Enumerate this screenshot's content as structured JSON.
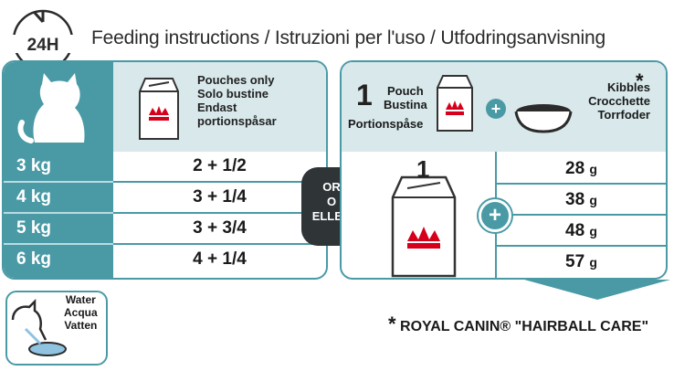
{
  "header": {
    "time_badge": "24H",
    "title": "Feeding instructions / Istruzioni per l'uso / Utfodringsanvisning"
  },
  "left_table": {
    "pouch_label_lines": [
      "Pouches only",
      "Solo bustine",
      "Endast",
      "portionspåsar"
    ],
    "rows": [
      {
        "weight": "3 kg",
        "amount": "2 + 1/2"
      },
      {
        "weight": "4 kg",
        "amount": "3 + 1/4"
      },
      {
        "weight": "5 kg",
        "amount": "3 + 3/4"
      },
      {
        "weight": "6 kg",
        "amount": "4 + 1/4"
      }
    ]
  },
  "or_badge": {
    "lines": [
      "OR",
      "O",
      "ELLER"
    ]
  },
  "right_table": {
    "pouch_count": "1",
    "pouch_label_lines": [
      "Pouch",
      "Bustina"
    ],
    "portion_label": "Portionspåse",
    "kibbles_label_lines": [
      "Kibbles",
      "Crocchette",
      "Torrfoder"
    ],
    "star": "*",
    "mixed_pouch_count": "1",
    "kibbles_rows": [
      {
        "value": "28",
        "unit": "g"
      },
      {
        "value": "38",
        "unit": "g"
      },
      {
        "value": "48",
        "unit": "g"
      },
      {
        "value": "57",
        "unit": "g"
      }
    ]
  },
  "water": {
    "label_lines": [
      "Water",
      "Acqua",
      "Vatten"
    ]
  },
  "footnote": {
    "star": "*",
    "text": "ROYAL CANIN® \"HAIRBALL CARE\""
  },
  "colors": {
    "teal": "#4a9aa6",
    "light_teal": "#d8e8eb",
    "dark_badge": "#2f3437",
    "brand_red": "#d6001c"
  }
}
